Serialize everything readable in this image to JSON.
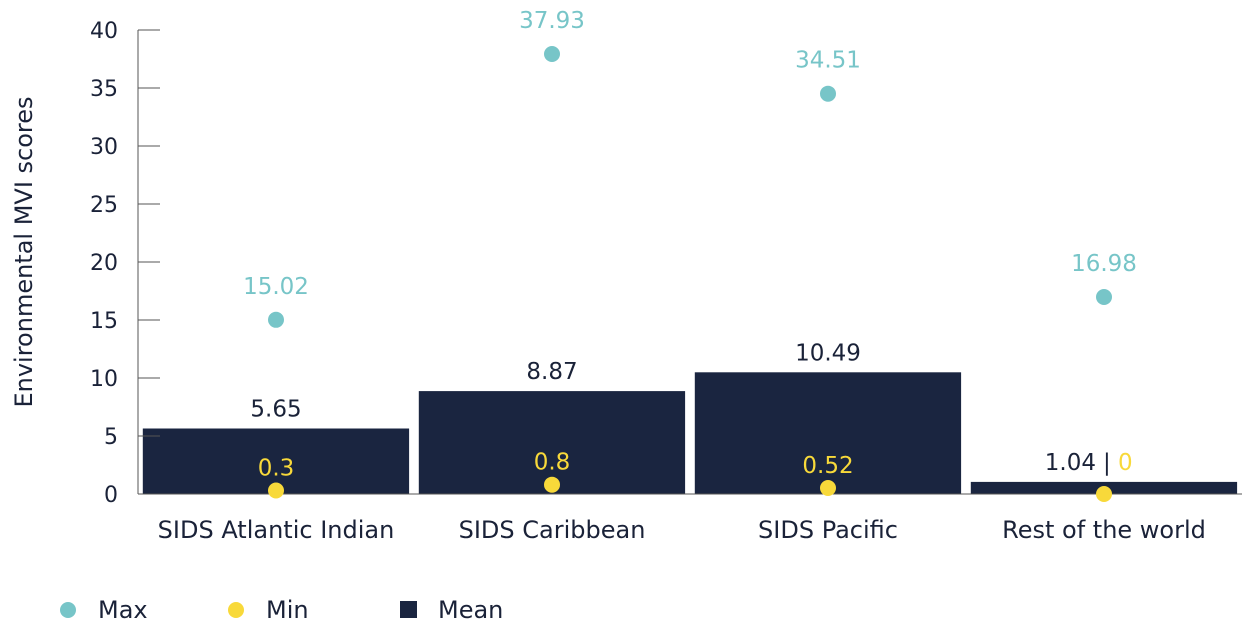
{
  "chart_data": {
    "type": "bar",
    "ylabel": "Environmental MVI scores",
    "xlabel": "",
    "title": "",
    "ylim": [
      0,
      40
    ],
    "yticks": [
      0,
      5,
      10,
      15,
      20,
      25,
      30,
      35,
      40
    ],
    "grid": false,
    "legend_position": "bottom-left",
    "categories": [
      "SIDS Atlantic Indian",
      "SIDS Caribbean",
      "SIDS Pacific",
      "Rest of the world"
    ],
    "series": [
      {
        "name": "Max",
        "kind": "point",
        "color": "#77c5c8",
        "values": [
          15.02,
          37.93,
          34.51,
          16.98
        ],
        "labels": [
          "15.02",
          "37.93",
          "34.51",
          "16.98"
        ]
      },
      {
        "name": "Min",
        "kind": "point",
        "color": "#f8d93a",
        "values": [
          0.3,
          0.8,
          0.52,
          0
        ],
        "labels": [
          "0.3",
          "0.8",
          "0.52",
          "0"
        ]
      },
      {
        "name": "Mean",
        "kind": "bar",
        "color": "#1a2540",
        "values": [
          5.65,
          8.87,
          10.49,
          1.04
        ],
        "labels": [
          "5.65",
          "8.87",
          "10.49",
          "1.04"
        ]
      }
    ],
    "legend": [
      {
        "name": "Max",
        "color": "#77c5c8",
        "marker": "circle"
      },
      {
        "name": "Min",
        "color": "#f8d93a",
        "marker": "circle"
      },
      {
        "name": "Mean",
        "color": "#1a2540",
        "marker": "square"
      }
    ]
  }
}
